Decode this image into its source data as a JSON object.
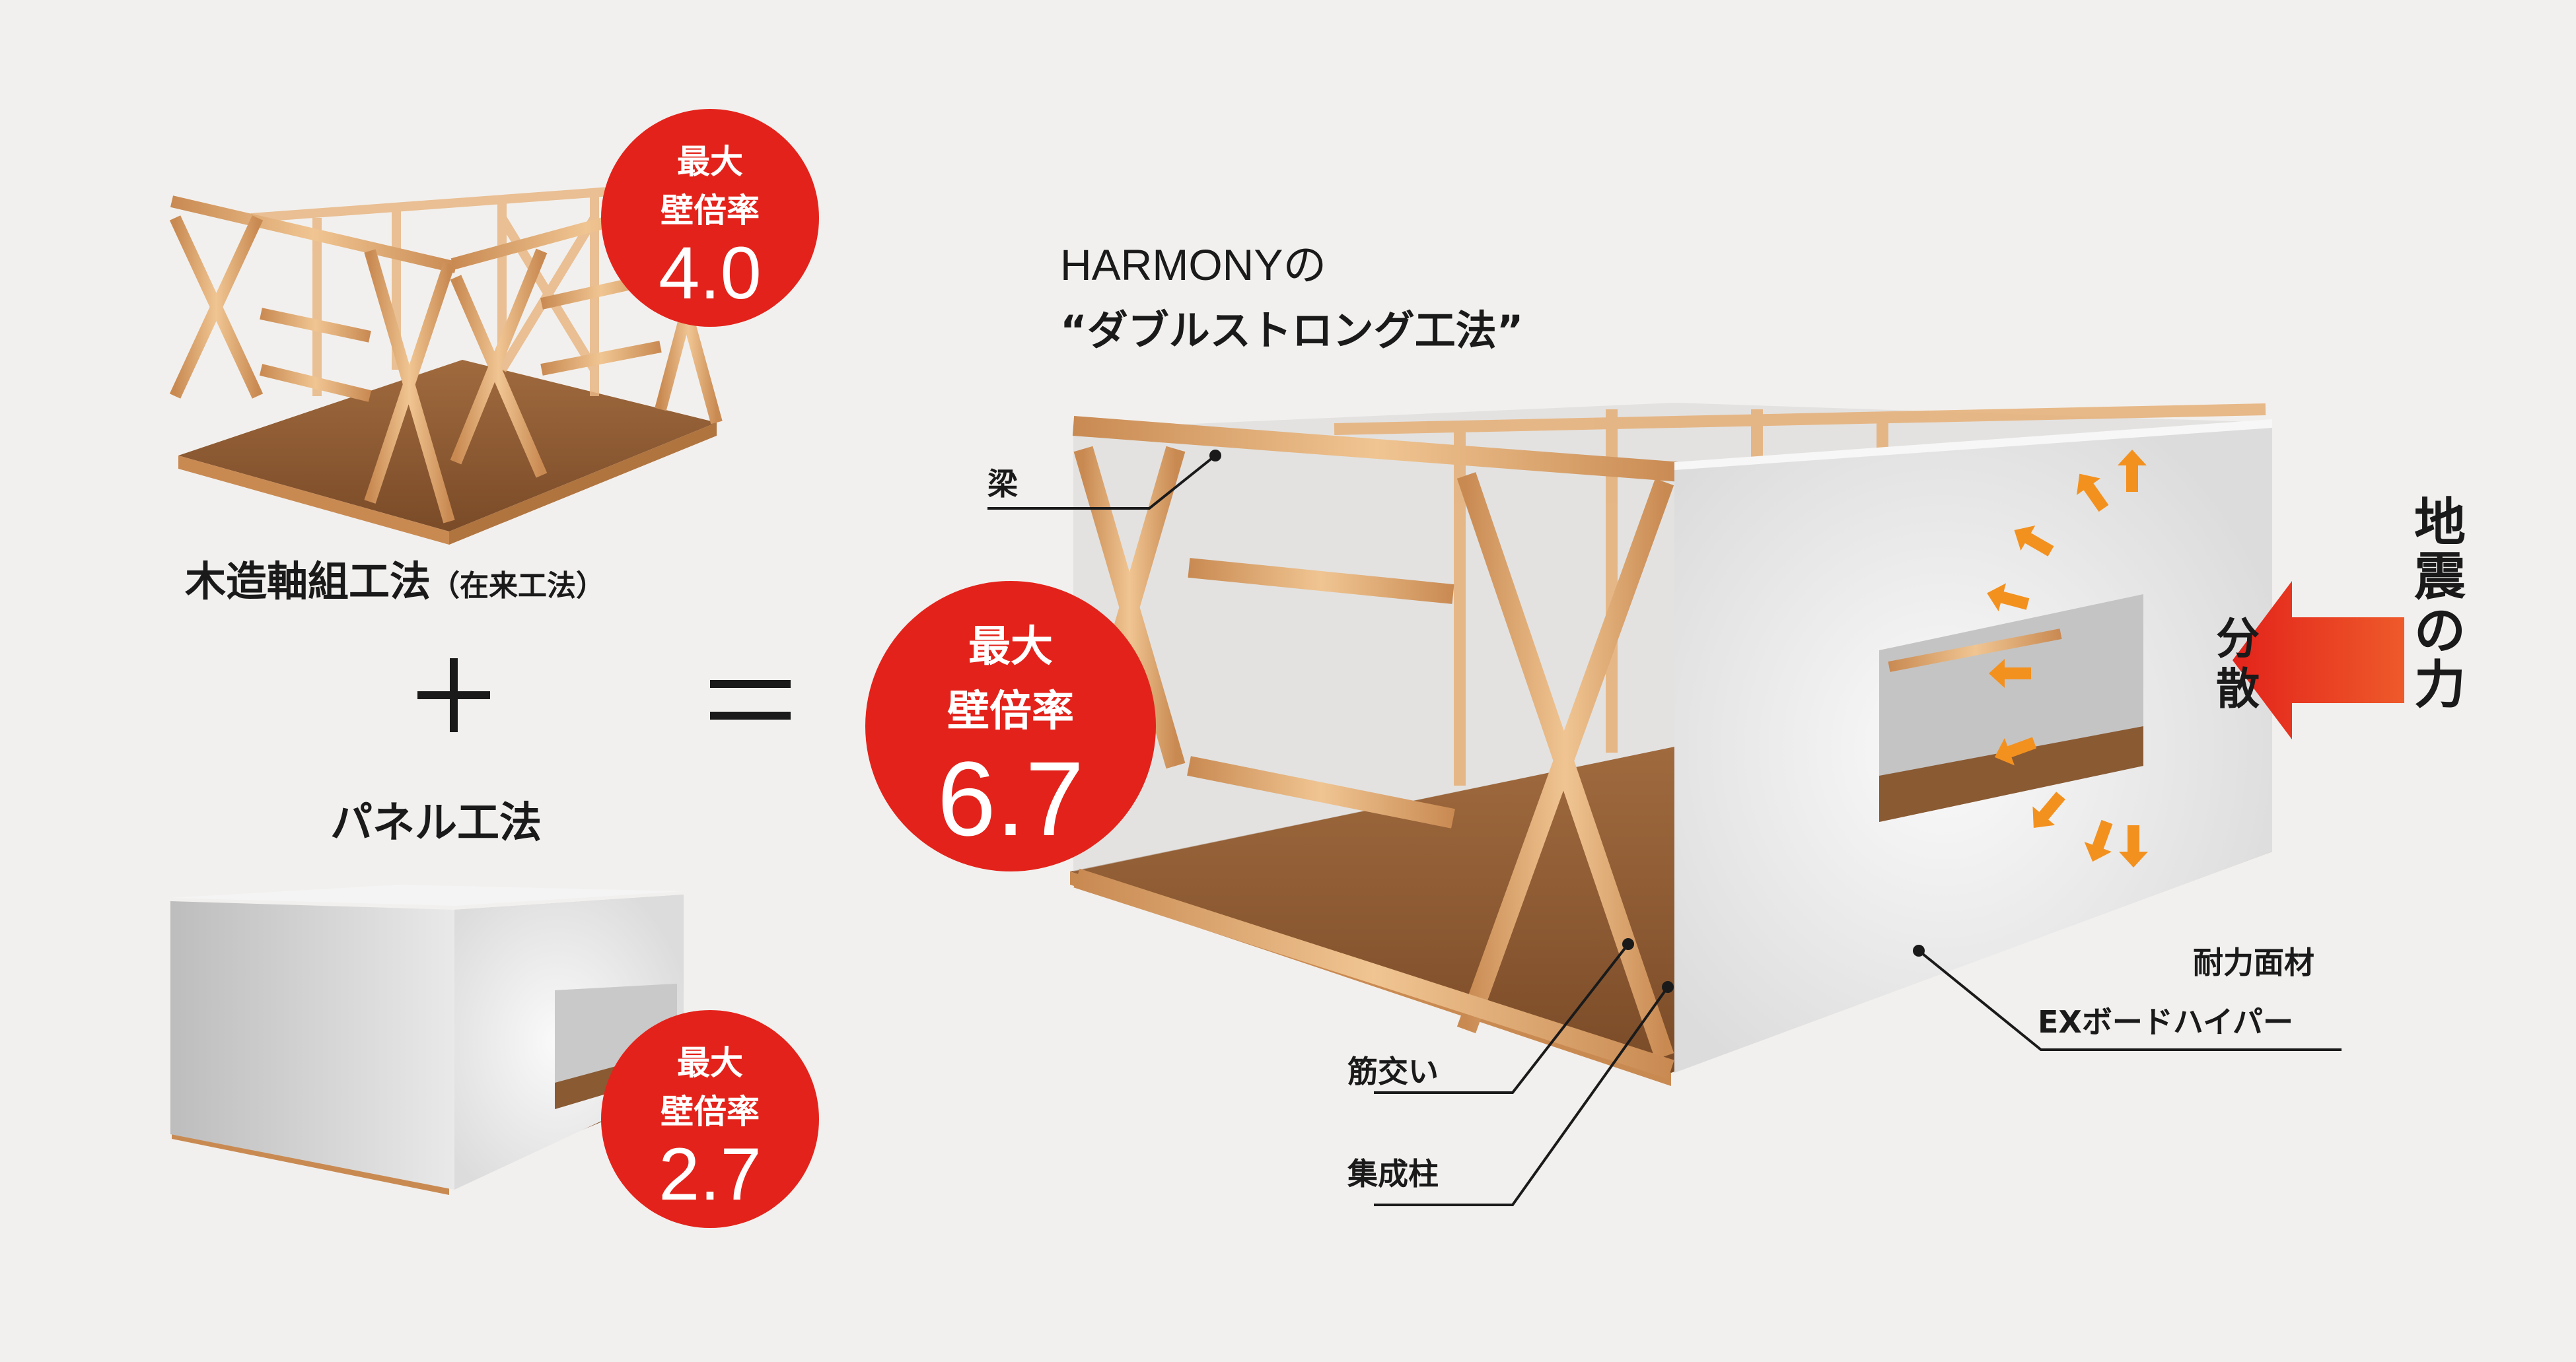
{
  "frame_method": {
    "label": "木造軸組工法",
    "sub_label": "（在来工法）"
  },
  "panel_method": {
    "label": "パネル工法"
  },
  "badges": {
    "frame": {
      "line1": "最大",
      "line2": "壁倍率",
      "value": "4.0"
    },
    "panel": {
      "line1": "最大",
      "line2": "壁倍率",
      "value": "2.7"
    },
    "harmony": {
      "line1": "最大",
      "line2": "壁倍率",
      "value": "6.7"
    }
  },
  "operators": {
    "plus": "+",
    "equals": "="
  },
  "harmony": {
    "title_line1": "HARMONYの",
    "title_line2": "“ダブルストロング工法”"
  },
  "callouts": {
    "beam": "梁",
    "brace": "筋交い",
    "column": "集成柱",
    "panel_line1": "耐力面材",
    "panel_line2": "EXボードハイパー"
  },
  "force": {
    "label": "地震の力",
    "distribute": "分散"
  },
  "colors": {
    "accent_red": "#e3231b",
    "wood": "#d9a36b",
    "floor": "#8a5a33",
    "panel": "#e6e6e6",
    "arrow_orange": "#f3911f"
  }
}
